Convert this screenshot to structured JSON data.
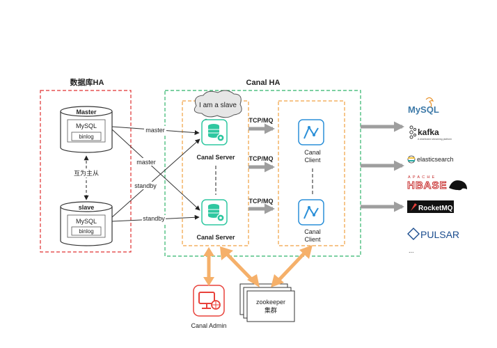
{
  "titles": {
    "db_ha": "数据库HA",
    "canal_ha": "Canal HA"
  },
  "databases": {
    "master": {
      "name": "Master",
      "engine": "MySQL",
      "log": "binlog"
    },
    "slave": {
      "name": "slave",
      "engine": "MySQL",
      "log": "binlog"
    },
    "relation": "互为主从"
  },
  "links": {
    "master_to_server1": "master",
    "master_to_server2": "master",
    "slave_to_server1": "standby",
    "slave_to_server2": "standby",
    "tcp_top": "TCP/MQ",
    "tcp_mid": "TCP/MQ",
    "tcp_bottom": "TCP/MQ"
  },
  "bubble": "I am a slave",
  "servers": [
    {
      "label": "Canal Server"
    },
    {
      "label": "Canal Server"
    }
  ],
  "clients": [
    {
      "label_line1": "Canal",
      "label_line2": "Client"
    },
    {
      "label_line1": "Canal",
      "label_line2": "Client"
    }
  ],
  "admin": {
    "label": "Canal Admin"
  },
  "zookeeper": {
    "line1": "zookeeper",
    "line2": "集群"
  },
  "sinks": {
    "mysql": "MySQL",
    "kafka": "kafka",
    "kafka_tagline": "A distributed streaming platform",
    "elasticsearch": "elasticsearch",
    "hbase_top": "APACHE",
    "hbase": "HBASE",
    "rocketmq": "RocketMQ",
    "pulsar": "PULSAR",
    "more": "..."
  },
  "colors": {
    "db_border": "#e03030",
    "ha_border": "#2fb36a",
    "node_border": "#f0a040",
    "server_icon": "#2ec7a0",
    "client_icon": "#2a8fd8",
    "admin_icon": "#e8413a",
    "zk_arrow": "#f5b06a",
    "grey_arrow": "#9e9e9e"
  }
}
